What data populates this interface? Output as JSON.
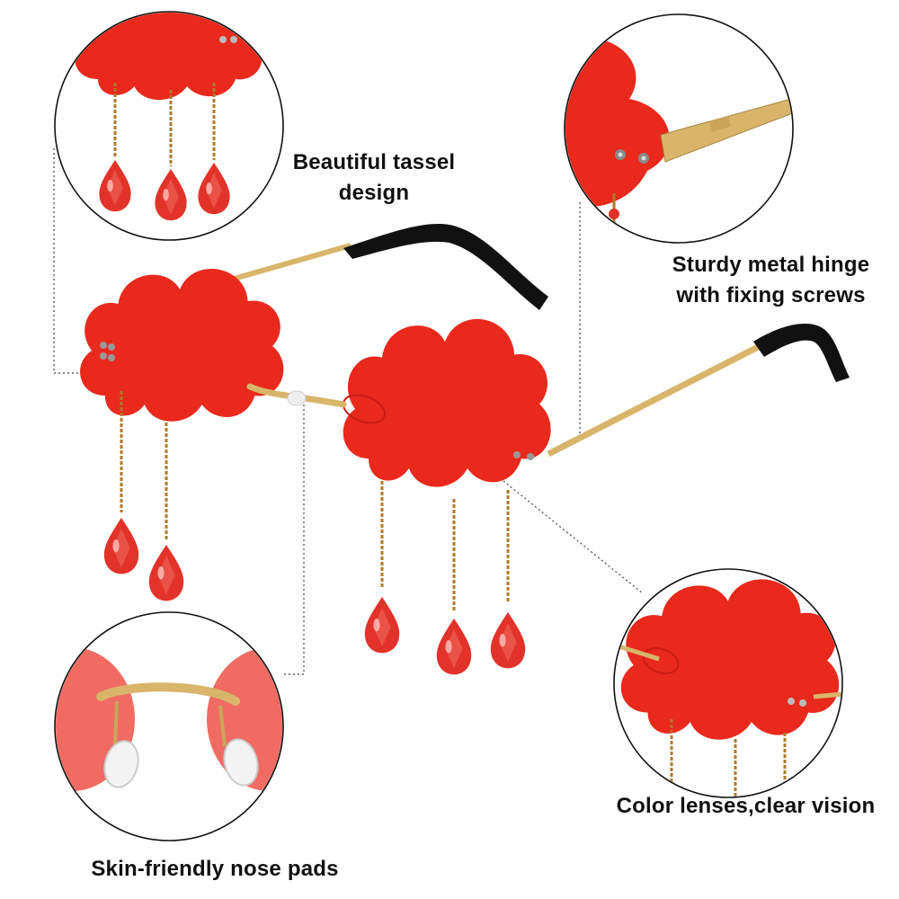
{
  "product": {
    "name": "Cloud tassel rimless sunglasses",
    "lens_color": "#e8291c",
    "lens_shadow": "#c91d12",
    "frame_color": "#d8b56a",
    "drop_color": "#e2332a",
    "temple_tip_color": "#111111"
  },
  "captions": {
    "tassel": {
      "line1": "Beautiful tassel",
      "line2": "design"
    },
    "hinge": {
      "line1": "Sturdy metal hinge",
      "line2": "with fixing screws"
    },
    "lens": {
      "text": "Color lenses,clear vision"
    },
    "nose": {
      "text": "Skin-friendly nose pads"
    }
  }
}
